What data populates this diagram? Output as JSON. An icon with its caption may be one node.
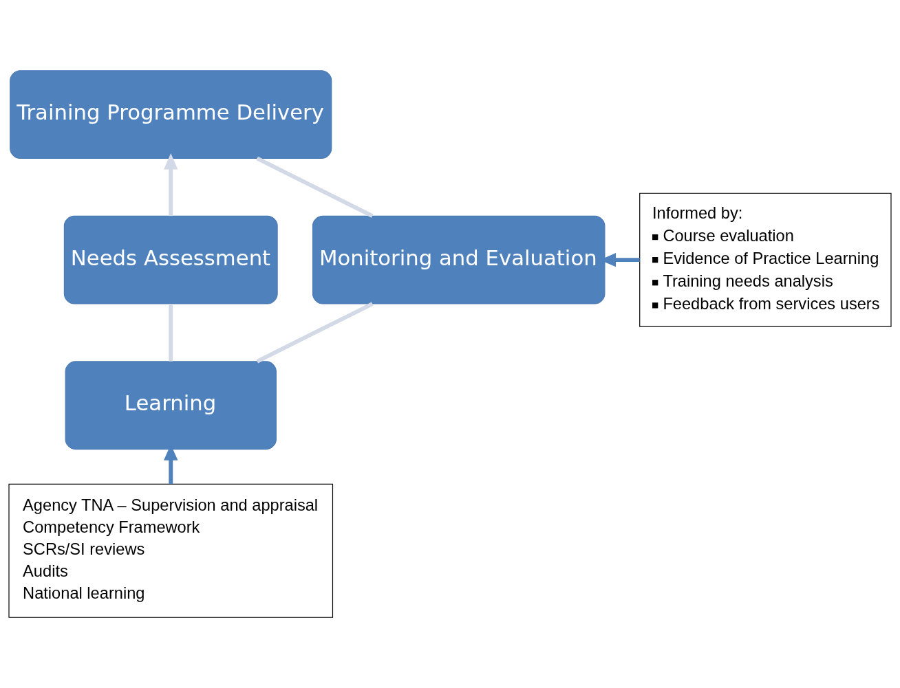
{
  "diagram": {
    "nodes": [
      {
        "text": [
          "Training Programme Delivery"
        ]
      },
      {
        "text": [
          "Needs Assessment"
        ]
      },
      {
        "text": [
          "Monitoring and Evaluation"
        ]
      },
      {
        "text": [
          "Learning"
        ]
      },
      {
        "text": [
          "Informed by:",
          "Course evaluation",
          "Evidence of Practice Learning",
          "Training needs analysis",
          "Feedback from services users"
        ]
      },
      {
        "text": [
          "Agency TNA – Supervision and appraisal",
          "Competency Framework",
          "SCRs/SI reviews",
          "Audits",
          "National learning"
        ]
      }
    ],
    "edges": [
      {
        "from": 1,
        "to": 0,
        "arrow": "to",
        "color": "#d3d9e6"
      },
      {
        "from": 0,
        "to": 2,
        "arrow": "none",
        "color": "#d3d9e6"
      },
      {
        "from": 2,
        "to": 3,
        "arrow": "none",
        "color": "#d3d9e6"
      },
      {
        "from": 3,
        "to": 1,
        "arrow": "none",
        "color": "#d3d9e6"
      },
      {
        "from": 4,
        "to": 2,
        "arrow": "to",
        "color": "#4f81bd"
      },
      {
        "from": 5,
        "to": 3,
        "arrow": "to",
        "color": "#4f81bd"
      }
    ]
  }
}
